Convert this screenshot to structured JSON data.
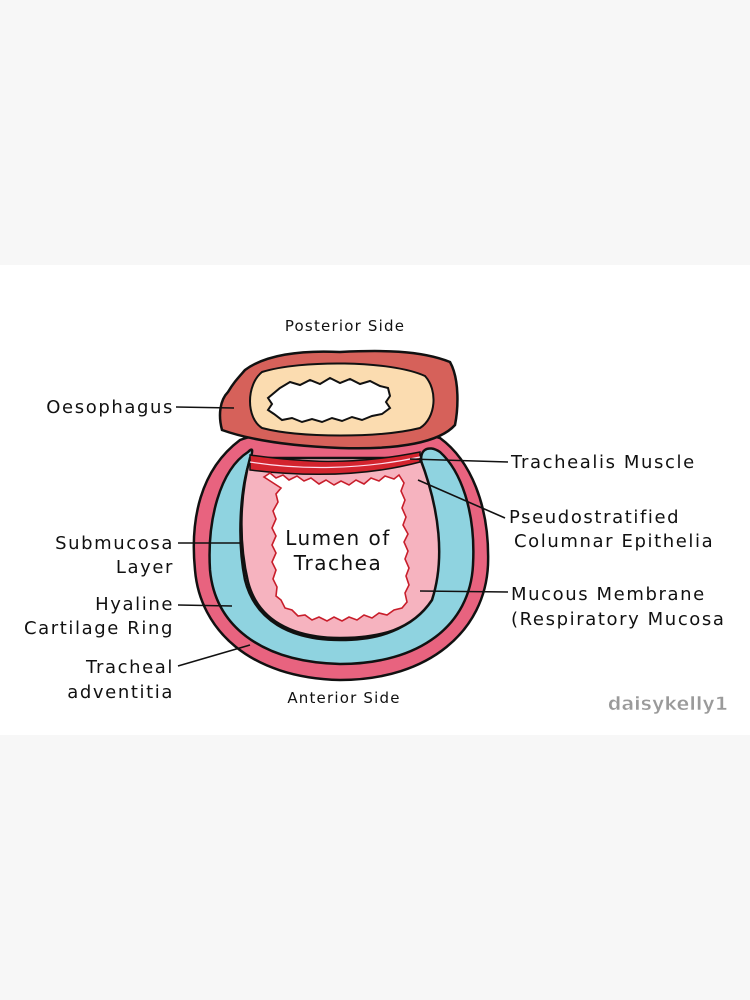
{
  "diagram": {
    "top_label": "Posterior Side",
    "bottom_label": "Anterior Side",
    "center_label_line1": "Lumen of",
    "center_label_line2": "Trachea",
    "left_labels": {
      "oesophagus": "Oesophagus",
      "submucosa_1": "Submucosa",
      "submucosa_2": "Layer",
      "hyaline_1": "Hyaline",
      "hyaline_2": "Cartilage Ring",
      "adventitia_1": "Tracheal",
      "adventitia_2": "adventitia"
    },
    "right_labels": {
      "trachealis": "Trachealis Muscle",
      "pseudo_1": "Pseudostratified",
      "pseudo_2": "Columnar Epithelia",
      "mucous_1": "Mucous Membrane",
      "mucous_2": "(Respiratory Mucosa"
    },
    "watermark": "daisykelly1",
    "colors": {
      "adventitia": "#e8637f",
      "cartilage": "#8fd3e0",
      "mucosa": "#f6b3bf",
      "epithelium_line": "#c81e2b",
      "trachealis": "#d3242e",
      "oesophagus_outer": "#d6615a",
      "oesophagus_inner": "#fbdcb0"
    }
  }
}
